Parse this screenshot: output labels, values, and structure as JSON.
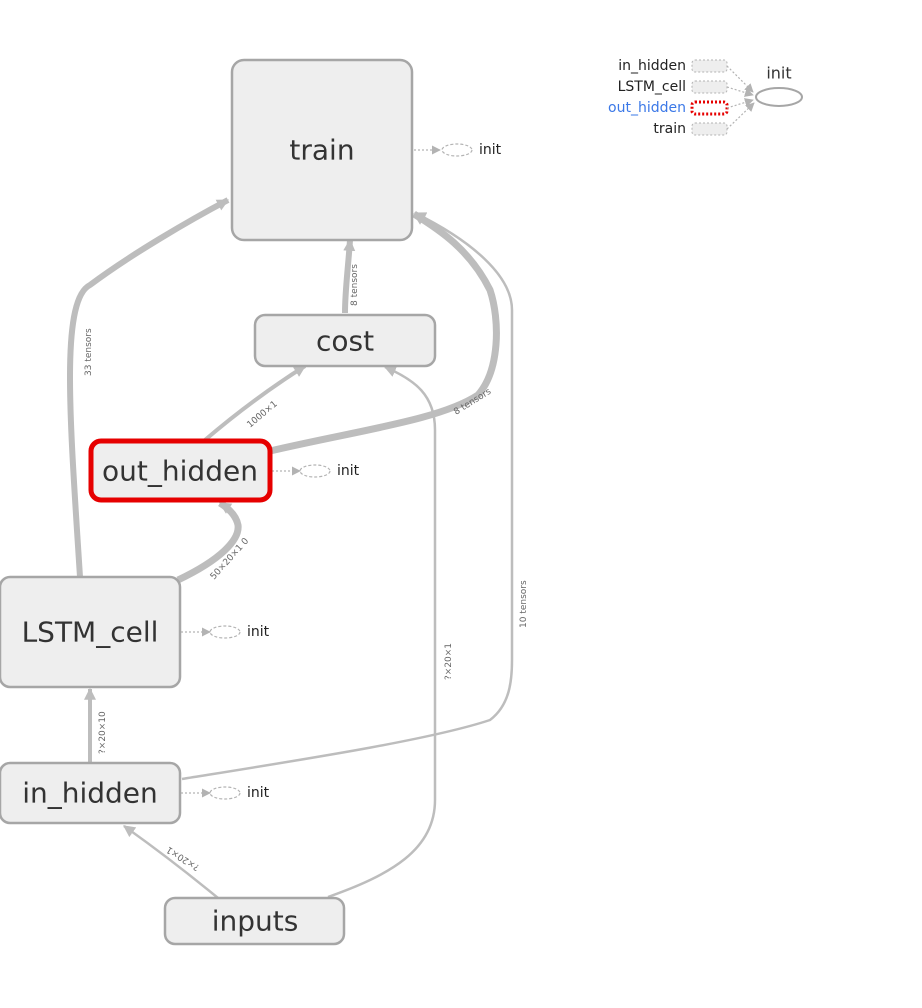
{
  "nodes": {
    "train": "train",
    "cost": "cost",
    "out_hidden": "out_hidden",
    "lstm_cell": "LSTM_cell",
    "in_hidden": "in_hidden",
    "inputs": "inputs"
  },
  "selected_node": "out_hidden",
  "edges": {
    "cost_to_train": "8 tensors",
    "lstm_to_train": "33 tensors",
    "out_hidden_to_cost": "1000×1",
    "out_hidden_to_train": "8 tensors",
    "lstm_to_out_hidden": "50×20×1 0",
    "in_hidden_to_lstm": "?×20×10",
    "inputs_to_in_hidden": "?×20×1",
    "inputs_to_cost": "?×20×1",
    "in_hidden_to_train": "10 tensors"
  },
  "aux_label": "init",
  "minimap": {
    "target": "init",
    "items": [
      "in_hidden",
      "LSTM_cell",
      "out_hidden",
      "train"
    ],
    "highlighted": "out_hidden"
  },
  "colors": {
    "node_fill": "#eeeeee",
    "node_stroke": "#a6a6a6",
    "selected_stroke": "#e60000",
    "edge": "#bdbdbd",
    "highlight_text": "#3b78e7"
  }
}
